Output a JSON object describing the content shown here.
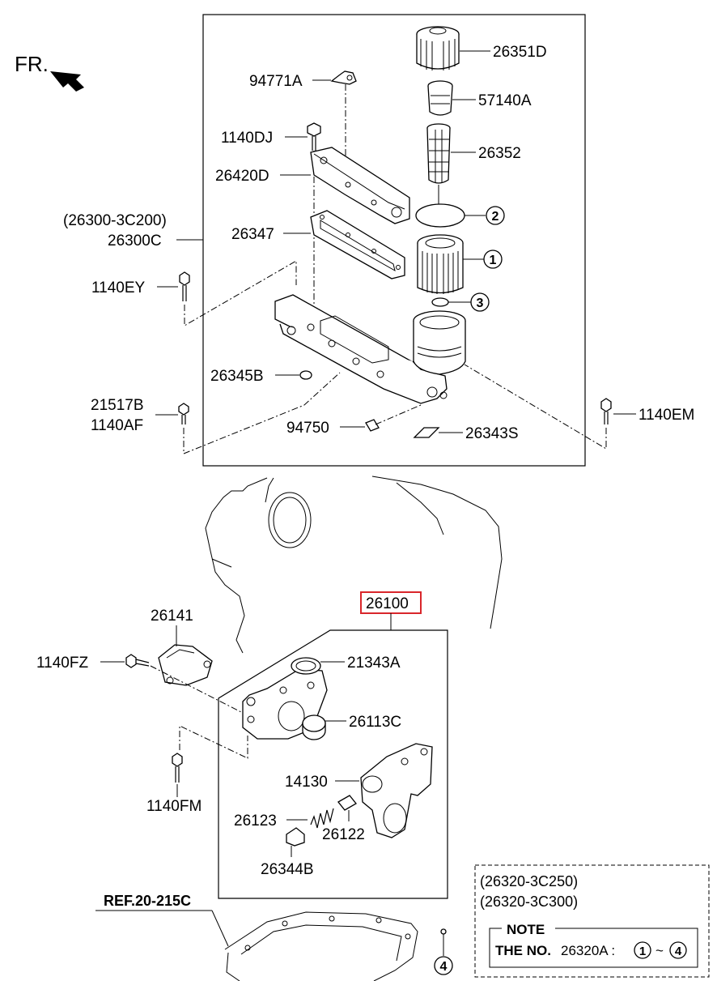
{
  "direction": {
    "label": "FR."
  },
  "part_labels": {
    "p26351D": "26351D",
    "p57140A": "57140A",
    "p26352": "26352",
    "p94771A": "94771A",
    "p1140DJ": "1140DJ",
    "p26420D": "26420D",
    "p26300_ref": "(26300-3C200)",
    "p26300C": "26300C",
    "p26347": "26347",
    "p1140EY": "1140EY",
    "p26345B": "26345B",
    "p21517B": "21517B",
    "p1140AF": "1140AF",
    "p94750": "94750",
    "p26343S": "26343S",
    "p1140EM": "1140EM",
    "p26100": "26100",
    "p26141": "26141",
    "p1140FZ": "1140FZ",
    "p21343A": "21343A",
    "p26113C": "26113C",
    "p14130": "14130",
    "p1140FM": "1140FM",
    "p26123": "26123",
    "p26122": "26122",
    "p26344B": "26344B",
    "ref": "REF.20-215C"
  },
  "callouts": {
    "c1": "1",
    "c2": "2",
    "c3": "3",
    "c4a": "1",
    "c4b": "4",
    "c4": "4"
  },
  "note_box": {
    "ref1": "(26320-3C250)",
    "ref2": "(26320-3C300)",
    "title": "NOTE",
    "prefix": "THE NO.",
    "part": "26320A :",
    "tilde": "~"
  },
  "colors": {
    "highlight": "#d9262b",
    "line": "#000000"
  }
}
